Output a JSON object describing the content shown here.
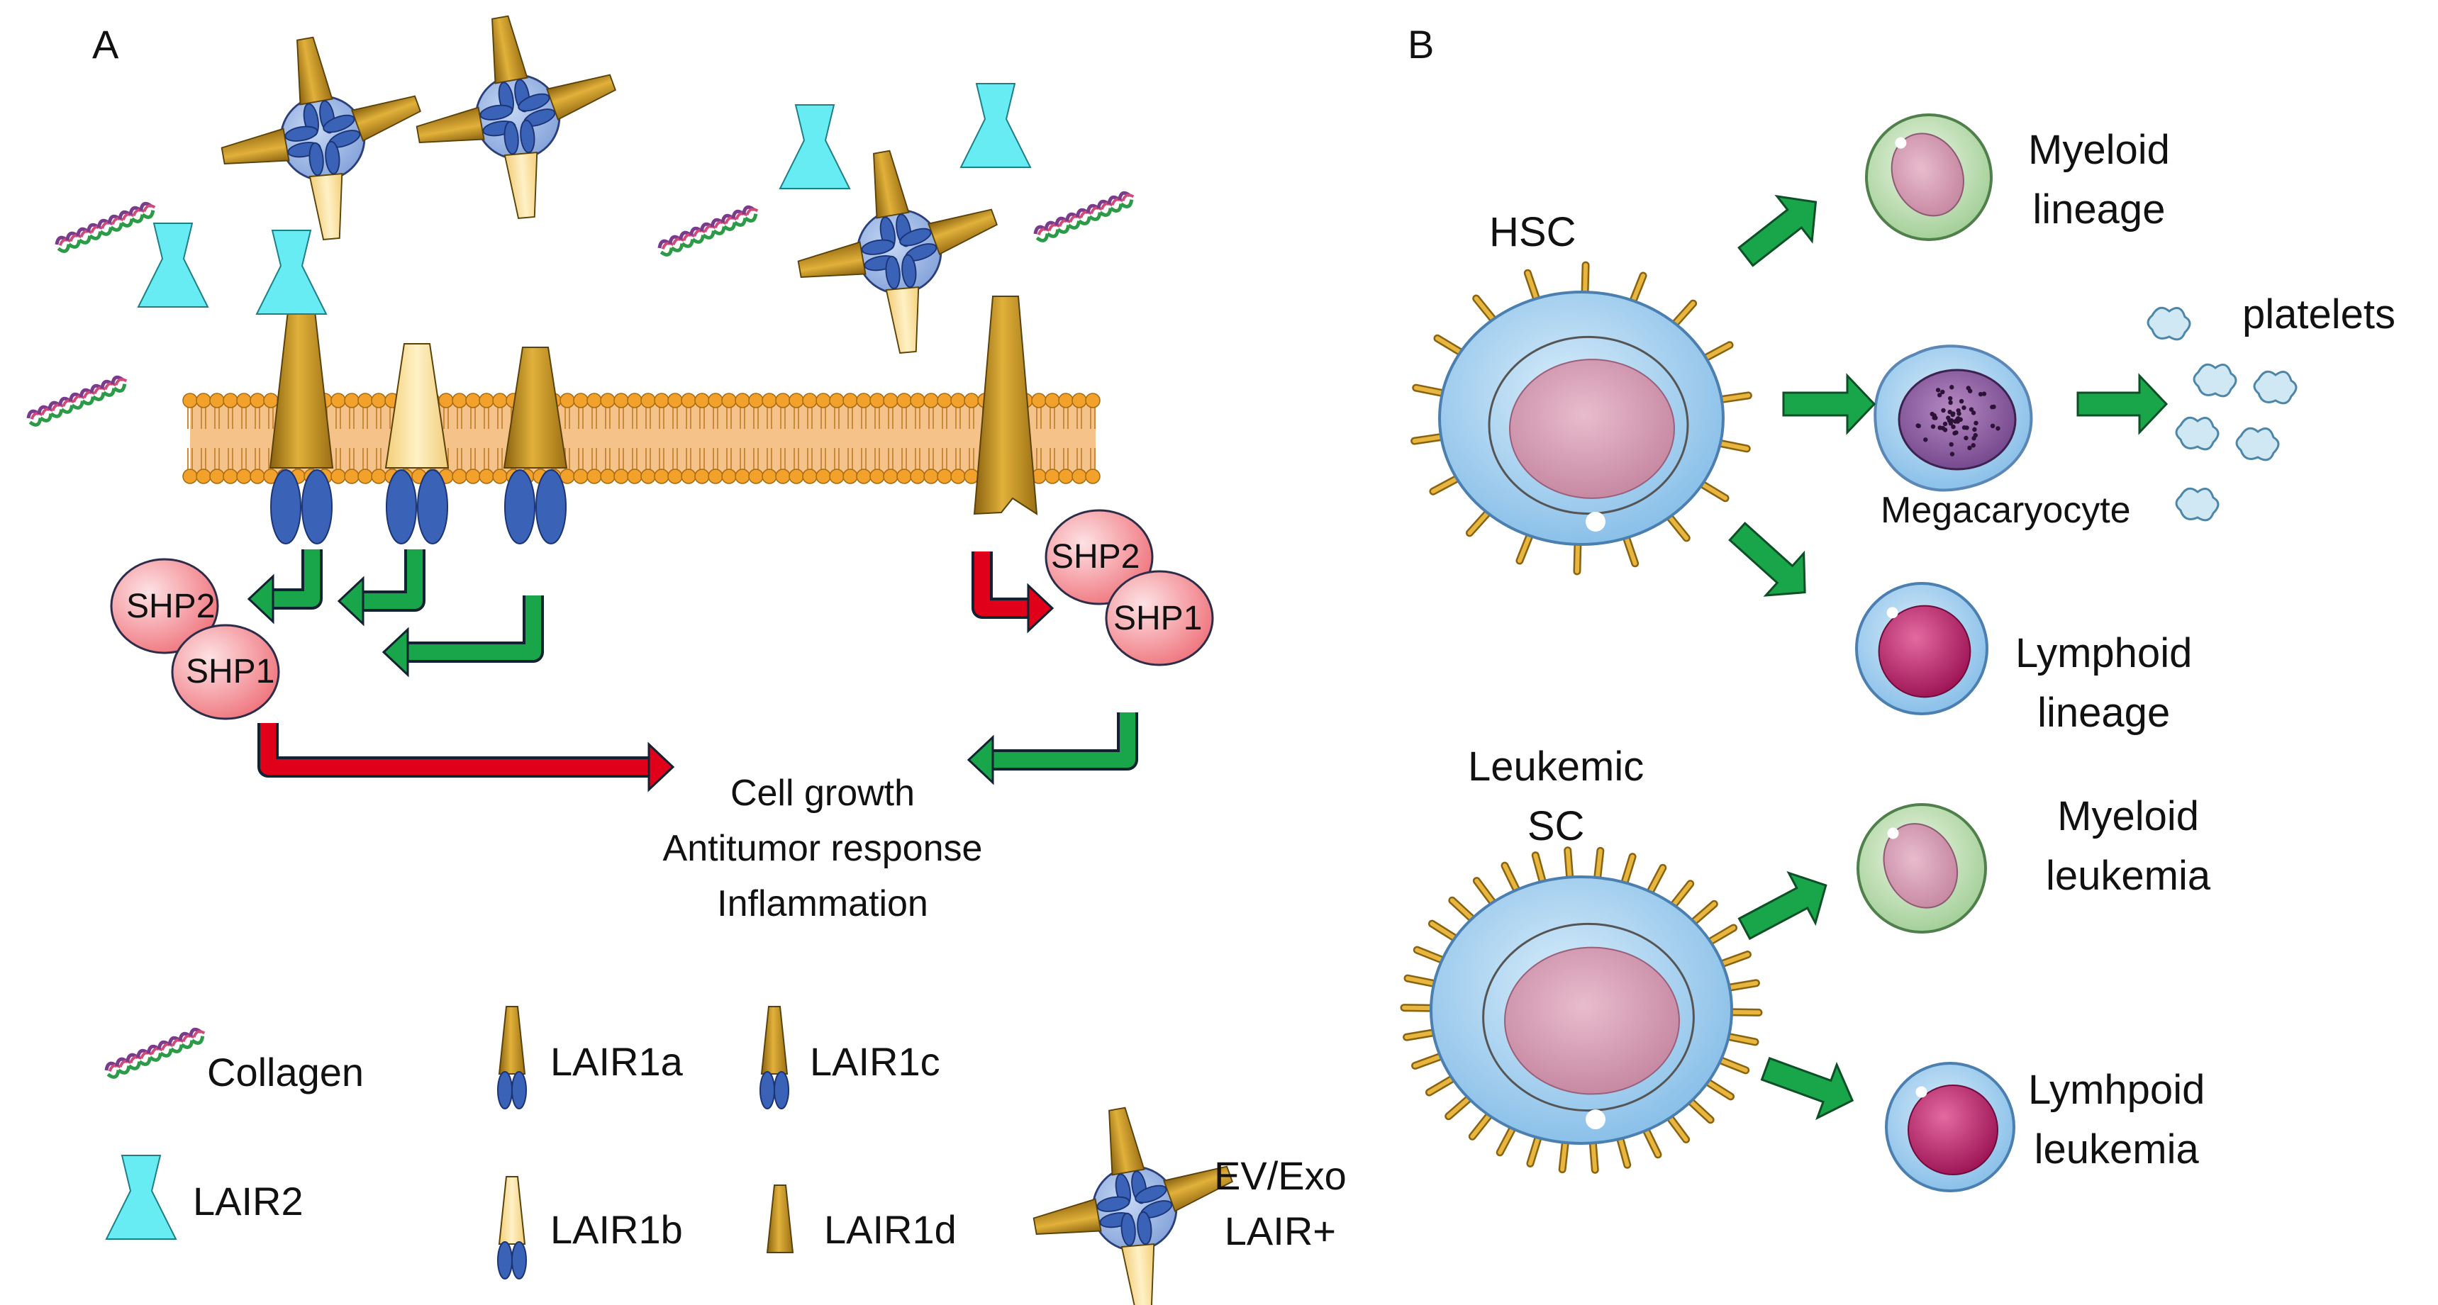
{
  "panel_a": {
    "label": "A",
    "enzymes": {
      "shp2": "SHP2",
      "shp1": "SHP1"
    },
    "outcome_lines": [
      "Cell growth",
      "Antitumor response",
      "Inflammation"
    ],
    "legend": {
      "collagen": "Collagen",
      "lair2": "LAIR2",
      "lair1a": "LAIR1a",
      "lair1b": "LAIR1b",
      "lair1c": "LAIR1c",
      "lair1d": "LAIR1d",
      "ev_line1": "EV/Exo",
      "ev_line2": "LAIR+"
    }
  },
  "panel_b": {
    "label": "B",
    "hsc": "HSC",
    "leukemic_line1": "Leukemic",
    "leukemic_line2": "SC",
    "myeloid_line1": "Myeloid",
    "myeloid_line2": "lineage",
    "megakaryocyte": "Megacaryocyte",
    "platelets": "platelets",
    "lymphoid_line1": "Lymphoid",
    "lymphoid_line2": "lineage",
    "myeloid_leuk_line1": "Myeloid",
    "myeloid_leuk_line2": "leukemia",
    "lymphoid_leuk_line1": "Lymhpoid",
    "lymphoid_leuk_line2": "leukemia"
  },
  "colors": {
    "green_arrow": "#19a54a",
    "red_arrow": "#e0001a",
    "membrane": "#f5c38a",
    "lipid_head": "#f2a12b",
    "lair1_gold": "#c8961e",
    "lair1b_pale": "#fbe3a0",
    "domain_blue": "#3a63b8",
    "lair2_cyan": "#66ecf2",
    "shp_pink": "#f07f86",
    "cell_blue": "#a9d3ef",
    "nucleus_pink": "#d99ab4"
  }
}
